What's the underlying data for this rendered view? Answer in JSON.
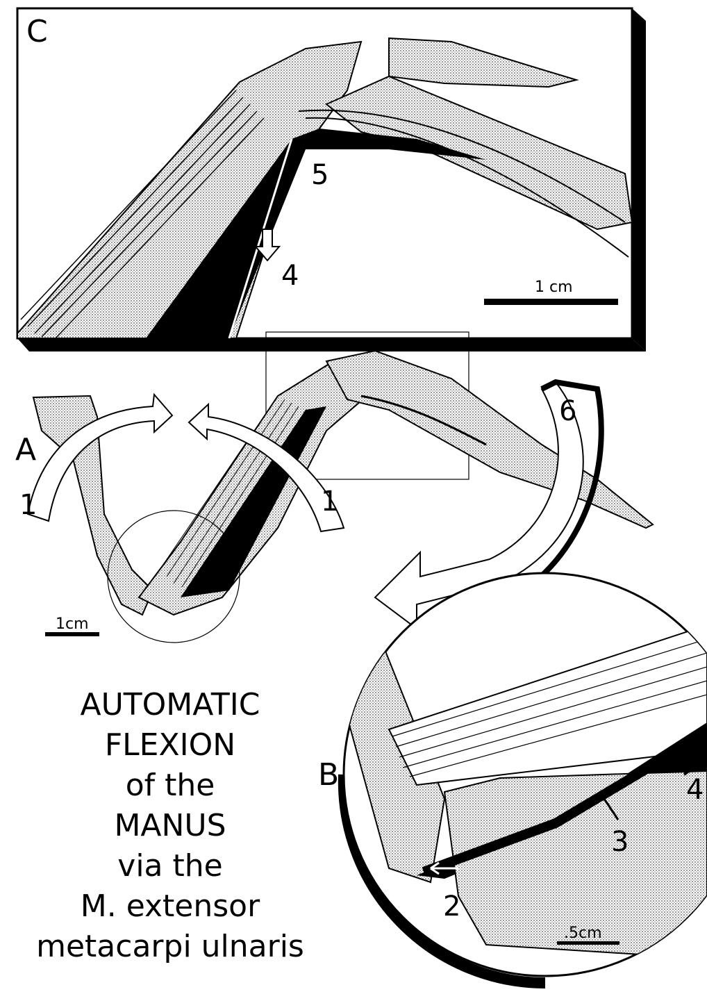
{
  "panels": {
    "a": "A",
    "b": "B",
    "c": "C"
  },
  "numbers": {
    "n1_left": "1",
    "n1_right": "1",
    "n2": "2",
    "n3": "3",
    "n4_b": "4",
    "n4_c": "4",
    "n5": "5",
    "n6": "6"
  },
  "scale_bars": {
    "c": "1 cm",
    "a": "1cm",
    "b": ".5cm"
  },
  "title_lines": [
    "AUTOMATIC",
    "FLEXION",
    "of the",
    "MANUS",
    "via the",
    "M. extensor",
    "metacarpi ulnaris"
  ],
  "colors": {
    "ink": "#000000",
    "bone_fill": "#c8c8c8",
    "paper": "#ffffff"
  }
}
